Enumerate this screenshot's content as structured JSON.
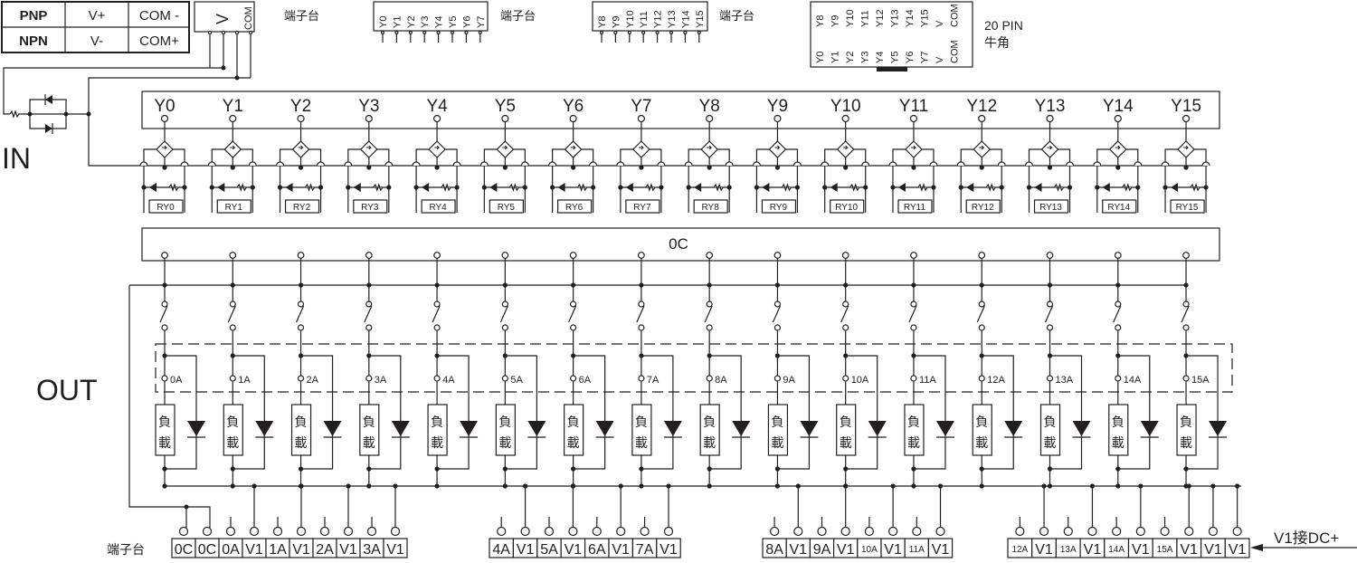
{
  "legend_table": {
    "rows": [
      [
        "PNP",
        "V+",
        "COM -"
      ],
      [
        "NPN",
        "V-",
        "COM+"
      ]
    ]
  },
  "input_terminal": {
    "pins": [
      "V",
      "COM"
    ],
    "label": "端子台"
  },
  "terminal_y0_y7": {
    "pins": [
      "Y0",
      "Y1",
      "Y2",
      "Y3",
      "Y4",
      "Y5",
      "Y6",
      "Y7"
    ],
    "label": "端子台"
  },
  "terminal_y8_y15": {
    "pins": [
      "Y8",
      "Y9",
      "Y10",
      "Y11",
      "Y12",
      "Y13",
      "Y14",
      "Y15"
    ],
    "label": "端子台"
  },
  "connector_20pin": {
    "top_row": [
      "Y8",
      "Y9",
      "Y10",
      "Y11",
      "Y12",
      "Y13",
      "Y14",
      "Y15",
      "V",
      "COM"
    ],
    "bottom_row": [
      "Y0",
      "Y1",
      "Y2",
      "Y3",
      "Y4",
      "Y5",
      "Y6",
      "Y7",
      "V",
      "COM"
    ],
    "label_line1": "20  PIN",
    "label_line2": "牛角"
  },
  "section_labels": {
    "in": "IN",
    "out": "OUT"
  },
  "channels": {
    "inputs": [
      "Y0",
      "Y1",
      "Y2",
      "Y3",
      "Y4",
      "Y5",
      "Y6",
      "Y7",
      "Y8",
      "Y9",
      "Y10",
      "Y11",
      "Y12",
      "Y13",
      "Y14",
      "Y15"
    ],
    "relays": [
      "RY0",
      "RY1",
      "RY2",
      "RY3",
      "RY4",
      "RY5",
      "RY6",
      "RY7",
      "RY8",
      "RY9",
      "RY10",
      "RY11",
      "RY12",
      "RY13",
      "RY14",
      "RY15"
    ],
    "outputs": [
      "0A",
      "1A",
      "2A",
      "3A",
      "4A",
      "5A",
      "6A",
      "7A",
      "8A",
      "9A",
      "10A",
      "11A",
      "12A",
      "13A",
      "14A",
      "15A"
    ],
    "load_label": [
      "負",
      "載"
    ]
  },
  "common_label": "0C",
  "output_terminal": {
    "label": "端子台",
    "blocks": [
      [
        "0C",
        "0C",
        "0A",
        "V1",
        "1A",
        "V1",
        "2A",
        "V1",
        "3A",
        "V1"
      ],
      [
        "4A",
        "V1",
        "5A",
        "V1",
        "6A",
        "V1",
        "7A",
        "V1"
      ],
      [
        "8A",
        "V1",
        "9A",
        "V1",
        "10A",
        "V1",
        "11A",
        "V1"
      ],
      [
        "12A",
        "V1",
        "13A",
        "V1",
        "14A",
        "V1",
        "15A",
        "V1",
        "V1",
        "V1"
      ]
    ]
  },
  "dc_note": "V1接DC+"
}
